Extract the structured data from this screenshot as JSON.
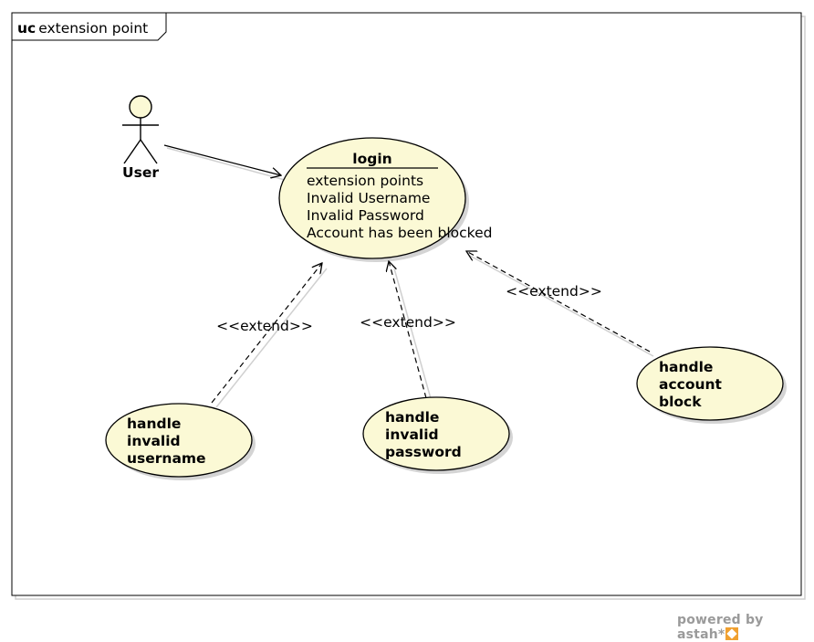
{
  "frame": {
    "kind": "uc",
    "name": "extension point"
  },
  "actor": {
    "name": "User"
  },
  "base_use_case": {
    "name": "login",
    "extension_points_header": "extension points",
    "extension_points": [
      "Invalid Username",
      "Invalid Password",
      "Account has been blocked"
    ]
  },
  "extending_use_cases": [
    {
      "lines": [
        "handle",
        "invalid",
        "username"
      ]
    },
    {
      "lines": [
        "handle",
        "invalid",
        "password"
      ]
    },
    {
      "lines": [
        "handle",
        "account",
        "block"
      ]
    }
  ],
  "relations": [
    {
      "label": "<<extend>>"
    },
    {
      "label": "<<extend>>"
    },
    {
      "label": "<<extend>>"
    }
  ],
  "footer": {
    "text": "powered by astah*"
  },
  "colors": {
    "usecase_fill": "#fbf9d5",
    "stroke": "#000000",
    "shadow": "#d4d4d4",
    "footer": "#9a9a9a"
  }
}
